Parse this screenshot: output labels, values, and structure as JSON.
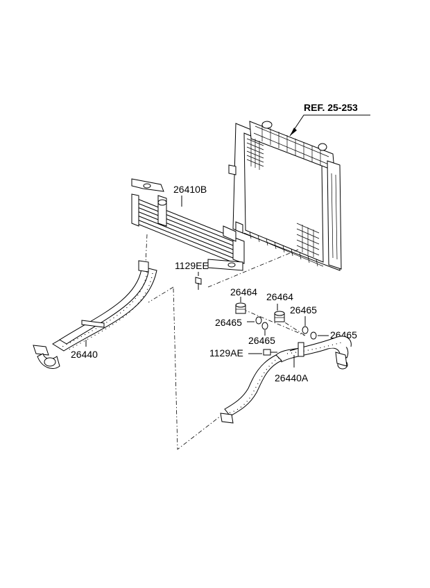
{
  "labels": {
    "ref": "REF. 25-253",
    "cooler": "26410B",
    "bolt_cooler": "1129EE",
    "hose_left": "26440",
    "union_a": "26464",
    "union_b": "26464",
    "washer_a": "26465",
    "washer_b": "26465",
    "washer_c": "26465",
    "washer_d": "26465",
    "bolt_hose": "1129AE",
    "hose_right": "26440A"
  }
}
